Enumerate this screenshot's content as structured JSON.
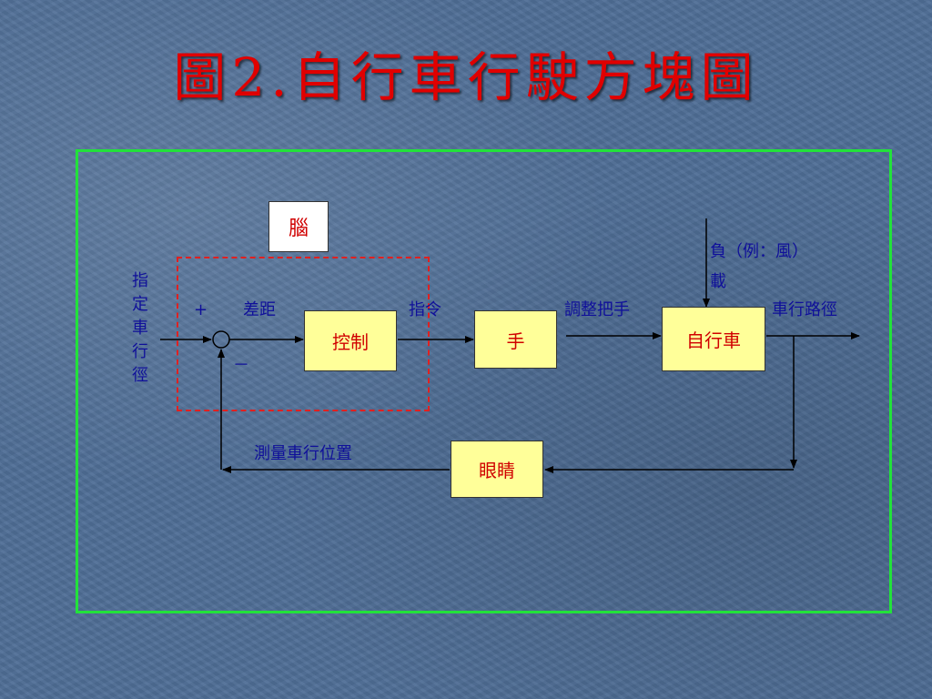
{
  "slide": {
    "title": "圖2.自行車行駛方塊圖"
  },
  "diagram": {
    "brain_label": "腦",
    "input_label_chars": [
      "指",
      "定",
      "車",
      "行",
      "徑"
    ],
    "plus_sign": "+",
    "minus_sign": "－",
    "error_label": "差距",
    "command_label": "指令",
    "adjust_label": "調整把手",
    "load_label_line1": "負（例：風）",
    "load_label_line2": "載",
    "output_label": "車行路徑",
    "feedback_label": "測量車行位置",
    "blocks": {
      "controller": "控制",
      "hand": "手",
      "bicycle": "自行車",
      "eyes": "眼睛"
    },
    "colors": {
      "frame": "#22e23a",
      "dashed": "#e02020",
      "block_fill": "#ffff99",
      "block_text": "#d00000",
      "label_text": "#10109a",
      "title": "#e00000"
    }
  }
}
